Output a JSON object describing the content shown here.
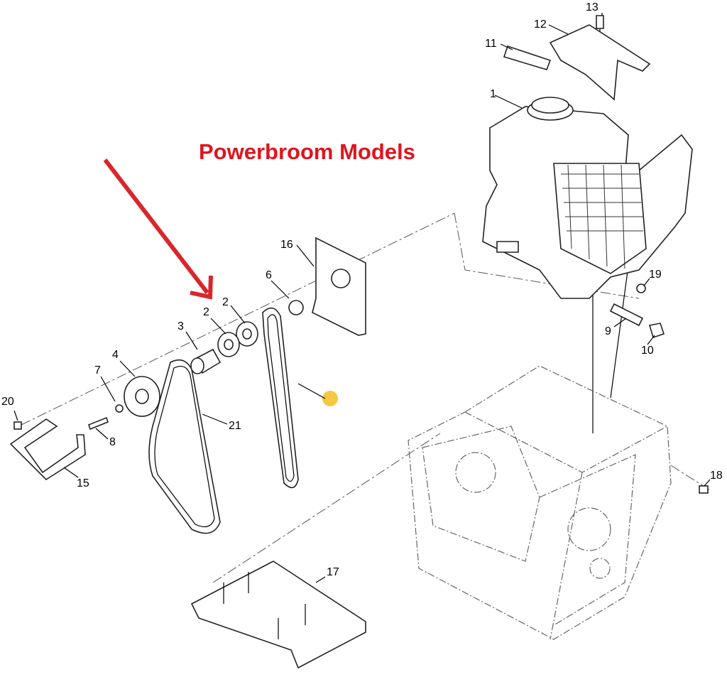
{
  "title": "Powerbroom Models",
  "callouts": [
    "1",
    "2",
    "2",
    "3",
    "4",
    "6",
    "7",
    "8",
    "9",
    "10",
    "11",
    "12",
    "13",
    "15",
    "16",
    "17",
    "18",
    "19",
    "20",
    "21"
  ],
  "colors": {
    "title": "#e0141e",
    "arrow": "#d9262c",
    "marker": "#f5c842"
  }
}
